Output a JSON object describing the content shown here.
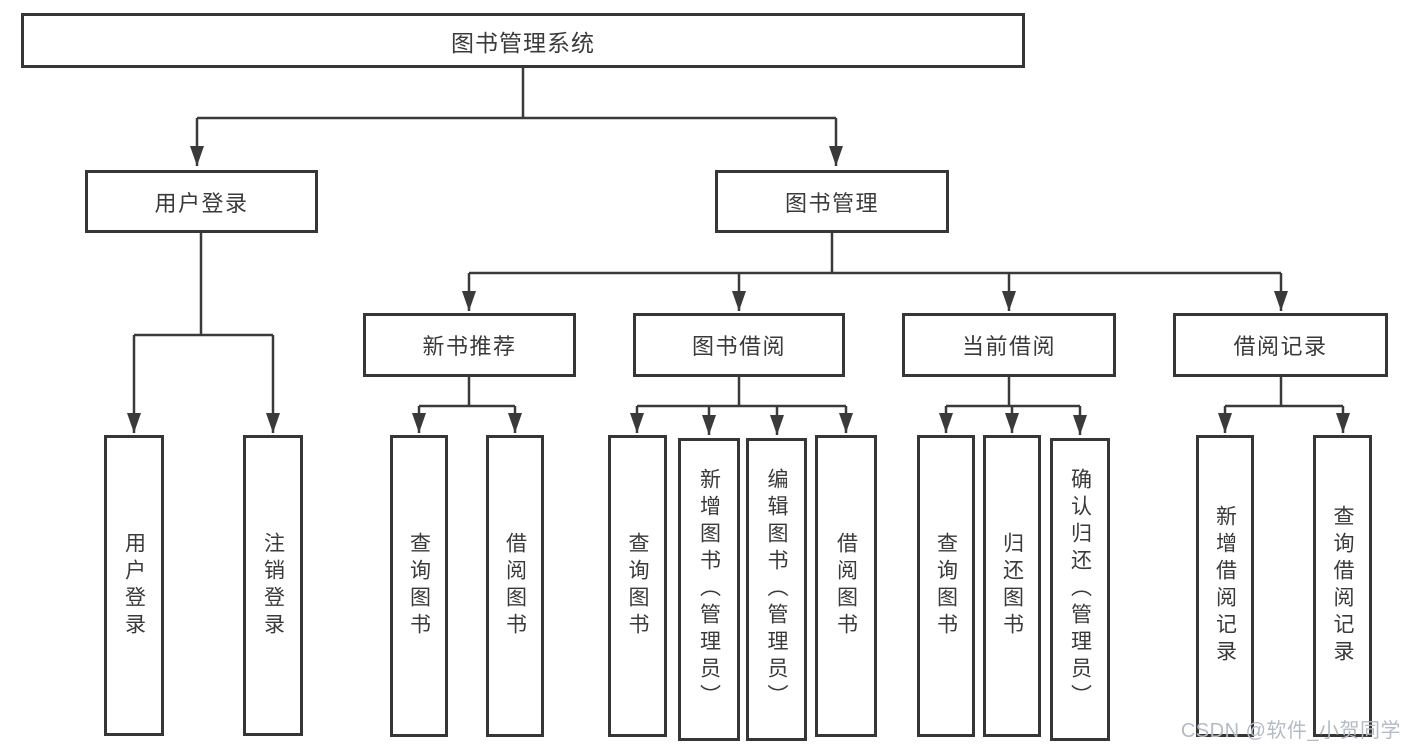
{
  "diagram": {
    "type": "hierarchy-tree",
    "nodes": {
      "root": {
        "label": "图书管理系统"
      },
      "user_login": {
        "label": "用户登录"
      },
      "book_mgmt": {
        "label": "图书管理"
      },
      "new_book_rec": {
        "label": "新书推荐"
      },
      "book_borrow": {
        "label": "图书借阅"
      },
      "current_borrow": {
        "label": "当前借阅"
      },
      "borrow_records": {
        "label": "借阅记录"
      },
      "leaf_user_login": {
        "label": "用户登录"
      },
      "leaf_logout": {
        "label": "注销登录"
      },
      "leaf_query_books_1": {
        "label": "查询图书"
      },
      "leaf_borrow_books_1": {
        "label": "借阅图书"
      },
      "leaf_query_books_2": {
        "label": "查询图书"
      },
      "leaf_add_books": {
        "label": "新增图书（管理员）"
      },
      "leaf_edit_books": {
        "label": "编辑图书（管理员）"
      },
      "leaf_borrow_books_2": {
        "label": "借阅图书"
      },
      "leaf_query_books_3": {
        "label": "查询图书"
      },
      "leaf_return_books": {
        "label": "归还图书"
      },
      "leaf_confirm_return": {
        "label": "确认归还（管理员）"
      },
      "leaf_add_record": {
        "label": "新增借阅记录"
      },
      "leaf_query_record": {
        "label": "查询借阅记录"
      }
    },
    "edges": [
      [
        "root",
        "user_login"
      ],
      [
        "root",
        "book_mgmt"
      ],
      [
        "user_login",
        "leaf_user_login"
      ],
      [
        "user_login",
        "leaf_logout"
      ],
      [
        "book_mgmt",
        "new_book_rec"
      ],
      [
        "book_mgmt",
        "book_borrow"
      ],
      [
        "book_mgmt",
        "current_borrow"
      ],
      [
        "book_mgmt",
        "borrow_records"
      ],
      [
        "new_book_rec",
        "leaf_query_books_1"
      ],
      [
        "new_book_rec",
        "leaf_borrow_books_1"
      ],
      [
        "book_borrow",
        "leaf_query_books_2"
      ],
      [
        "book_borrow",
        "leaf_add_books"
      ],
      [
        "book_borrow",
        "leaf_edit_books"
      ],
      [
        "book_borrow",
        "leaf_borrow_books_2"
      ],
      [
        "current_borrow",
        "leaf_query_books_3"
      ],
      [
        "current_borrow",
        "leaf_return_books"
      ],
      [
        "current_borrow",
        "leaf_confirm_return"
      ],
      [
        "borrow_records",
        "leaf_add_record"
      ],
      [
        "borrow_records",
        "leaf_query_record"
      ]
    ],
    "colors": {
      "line": "#3a3a3a",
      "box_border": "#363636",
      "box_fill": "#ffffff",
      "text": "#3a3a3a",
      "background": "#ffffff"
    }
  },
  "watermark": {
    "text": "CSDN @软件_小贺同学",
    "color": "#b5bbc3"
  }
}
